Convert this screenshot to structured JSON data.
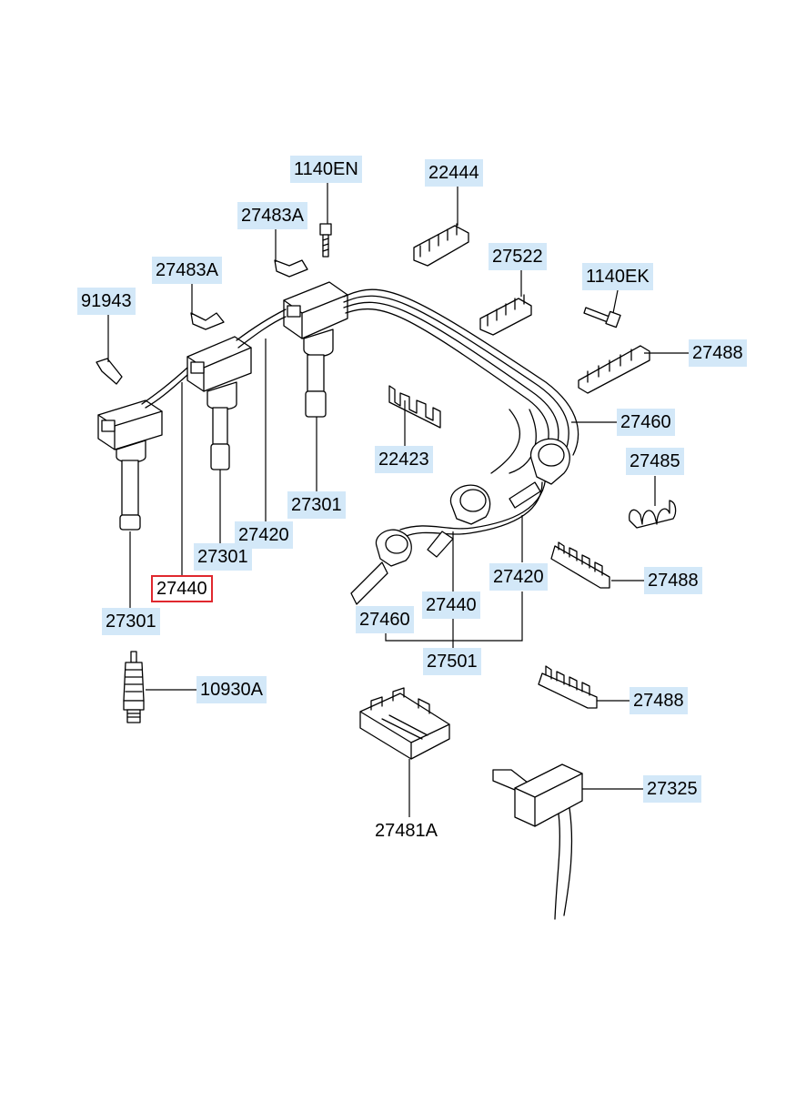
{
  "diagram": {
    "callouts": [
      {
        "id": "c-1140en",
        "label": "1140EN"
      },
      {
        "id": "c-22444",
        "label": "22444"
      },
      {
        "id": "c-27483a-top",
        "label": "27483A"
      },
      {
        "id": "c-27522",
        "label": "27522"
      },
      {
        "id": "c-1140ek",
        "label": "1140EK"
      },
      {
        "id": "c-27483a-left",
        "label": "27483A"
      },
      {
        "id": "c-91943",
        "label": "91943"
      },
      {
        "id": "c-27488-a",
        "label": "27488"
      },
      {
        "id": "c-27460-right",
        "label": "27460"
      },
      {
        "id": "c-22423",
        "label": "22423"
      },
      {
        "id": "c-27485",
        "label": "27485"
      },
      {
        "id": "c-27301-a",
        "label": "27301"
      },
      {
        "id": "c-27420-a",
        "label": "27420"
      },
      {
        "id": "c-27301-b",
        "label": "27301"
      },
      {
        "id": "c-27420-b",
        "label": "27420"
      },
      {
        "id": "c-27488-b",
        "label": "27488"
      },
      {
        "id": "c-27440-selected",
        "label": "27440",
        "selected": true
      },
      {
        "id": "c-27440-b",
        "label": "27440"
      },
      {
        "id": "c-27301-c",
        "label": "27301"
      },
      {
        "id": "c-27460-bottom",
        "label": "27460"
      },
      {
        "id": "c-27501",
        "label": "27501"
      },
      {
        "id": "c-10930a",
        "label": "10930A"
      },
      {
        "id": "c-27488-c",
        "label": "27488"
      },
      {
        "id": "c-27325",
        "label": "27325"
      },
      {
        "id": "c-27481a",
        "label": "27481A",
        "plain": true
      }
    ],
    "colors": {
      "callout_bg": "#d3e8f8",
      "selected_border": "#e0282e",
      "line": "#000000"
    }
  }
}
